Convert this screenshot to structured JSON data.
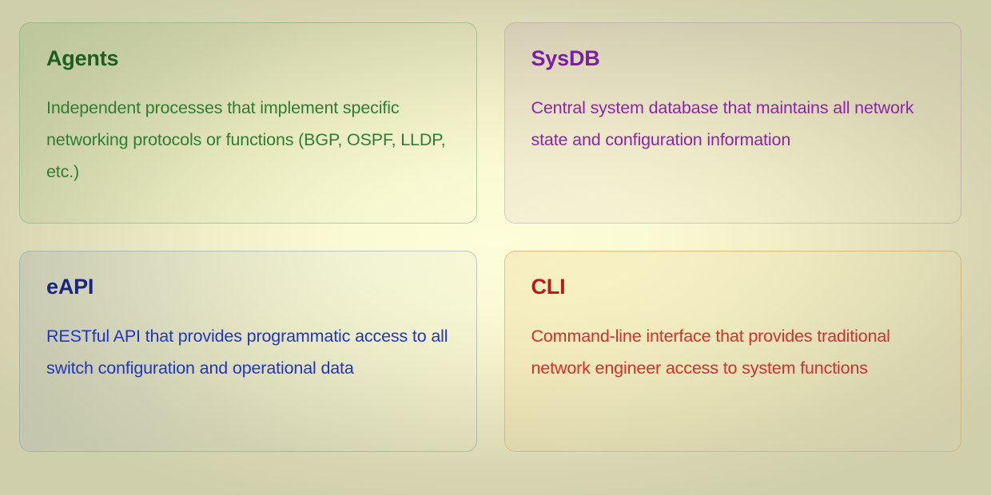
{
  "theme": {
    "background_center": "#fdfdd9",
    "background_edge": "#d0d0ad"
  },
  "cards": [
    {
      "id": "agents",
      "title": "Agents",
      "description": "Independent processes that implement specific networking protocols or functions (BGP, OSPF, LLDP, etc.)",
      "title_color": "#1b5e20",
      "text_color": "#2e7d32"
    },
    {
      "id": "sysdb",
      "title": "SysDB",
      "description": "Central system database that maintains all network state and configuration information",
      "title_color": "#7b1fa2",
      "text_color": "#8e24aa"
    },
    {
      "id": "eapi",
      "title": "eAPI",
      "description": "RESTful API that provides programmatic access to all switch configuration and operational data",
      "title_color": "#1a237e",
      "text_color": "#1f35c4"
    },
    {
      "id": "cli",
      "title": "CLI",
      "description": "Command-line interface that provides traditional network engineer access to system functions",
      "title_color": "#b71c1c",
      "text_color": "#d32f2f"
    }
  ]
}
